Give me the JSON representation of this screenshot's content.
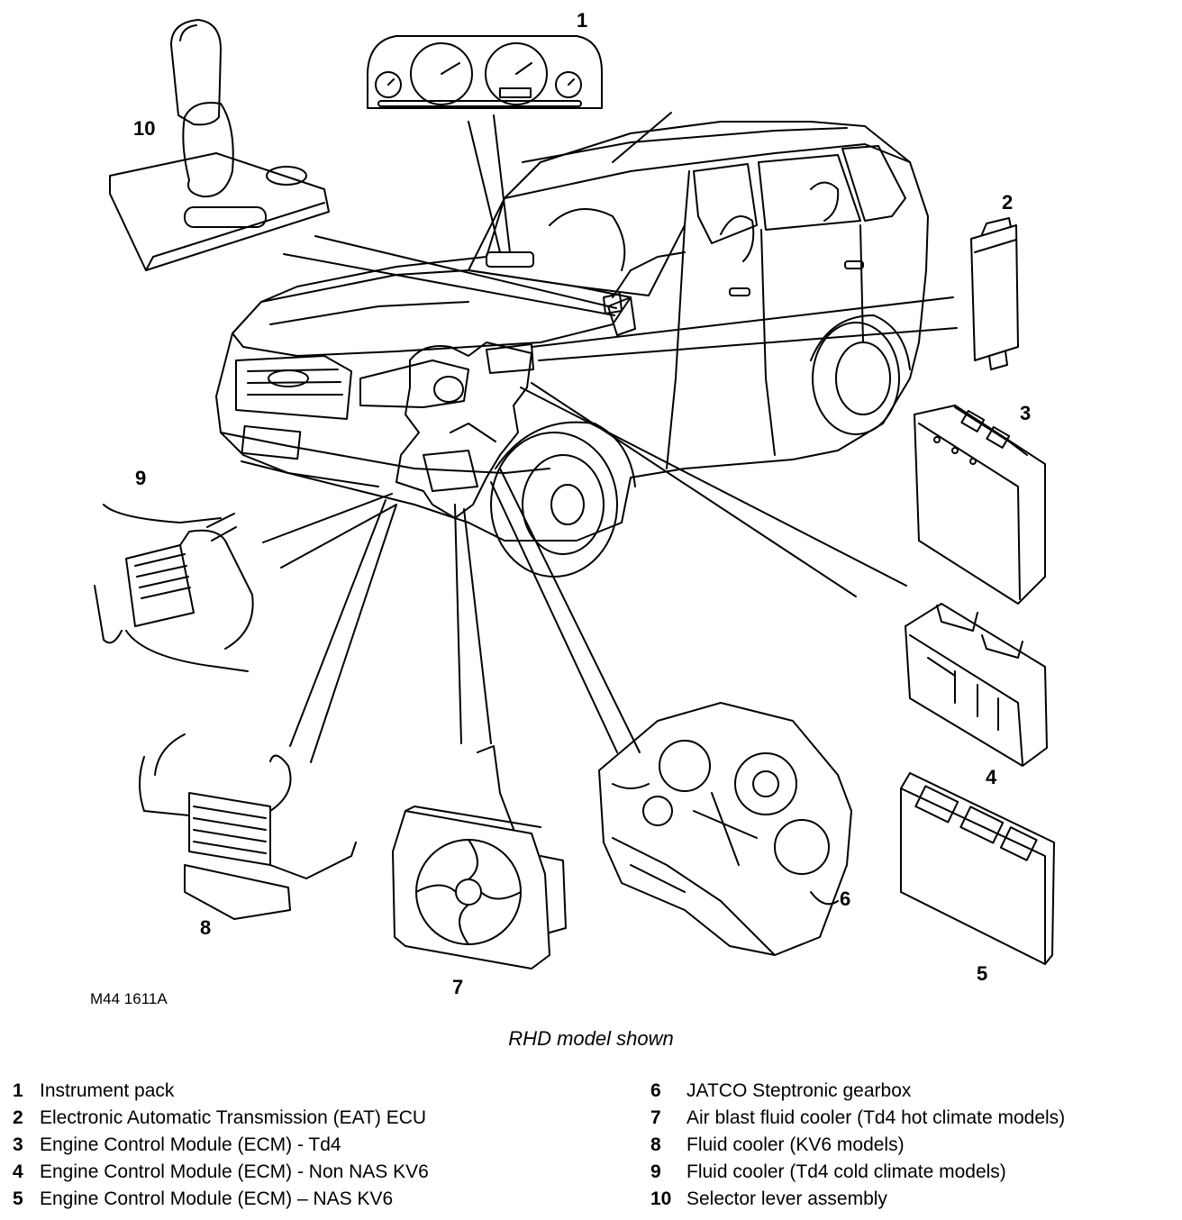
{
  "figure_ref": "M44 1611A",
  "caption": "RHD model shown",
  "callouts": {
    "c1": "1",
    "c2": "2",
    "c3": "3",
    "c4": "4",
    "c5": "5",
    "c6": "6",
    "c7": "7",
    "c8": "8",
    "c9": "9",
    "c10": "10"
  },
  "legend_left": [
    {
      "num": "1",
      "text": "Instrument pack"
    },
    {
      "num": "2",
      "text": "Electronic Automatic Transmission (EAT) ECU"
    },
    {
      "num": "3",
      "text": "Engine Control Module (ECM) - Td4"
    },
    {
      "num": "4",
      "text": "Engine Control Module (ECM) - Non NAS KV6"
    },
    {
      "num": "5",
      "text": "Engine Control Module (ECM) – NAS KV6"
    }
  ],
  "legend_right": [
    {
      "num": "6",
      "text": "JATCO Steptronic gearbox"
    },
    {
      "num": "7",
      "text": "Air blast fluid cooler (Td4 hot climate models)"
    },
    {
      "num": "8",
      "text": "Fluid cooler (KV6 models)"
    },
    {
      "num": "9",
      "text": "Fluid cooler (Td4 cold climate models)"
    },
    {
      "num": "10",
      "text": "Selector lever assembly"
    }
  ]
}
